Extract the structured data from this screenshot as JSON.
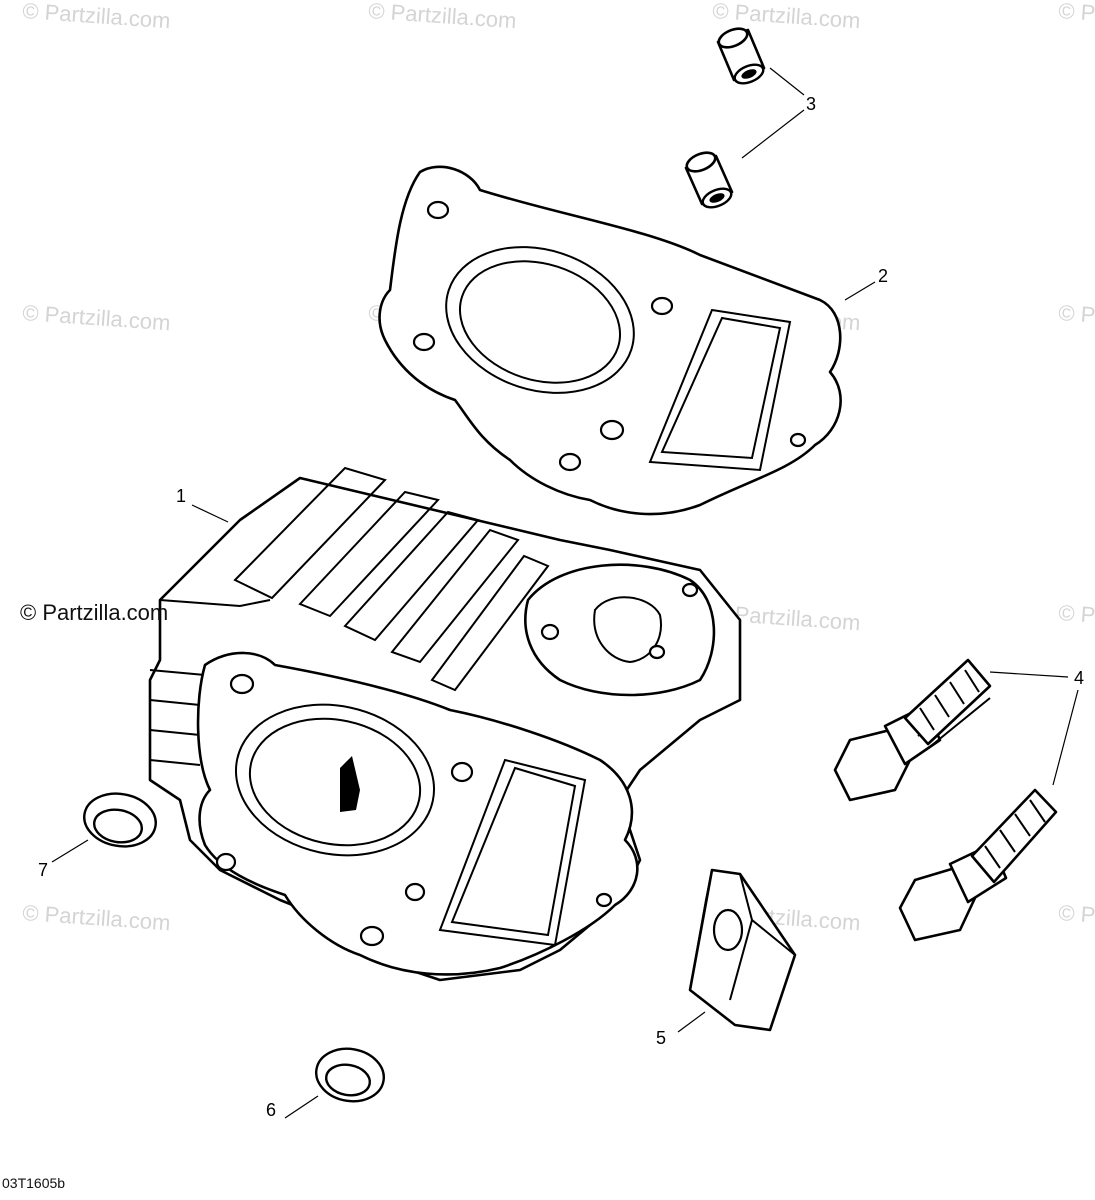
{
  "watermark": {
    "faint_text": "© Partzilla.com",
    "brand_text": "© Partzilla.com"
  },
  "callouts": [
    {
      "number": "1"
    },
    {
      "number": "2"
    },
    {
      "number": "3"
    },
    {
      "number": "4"
    },
    {
      "number": "5"
    },
    {
      "number": "6"
    },
    {
      "number": "7"
    }
  ],
  "drawing_code": "03T1605b"
}
